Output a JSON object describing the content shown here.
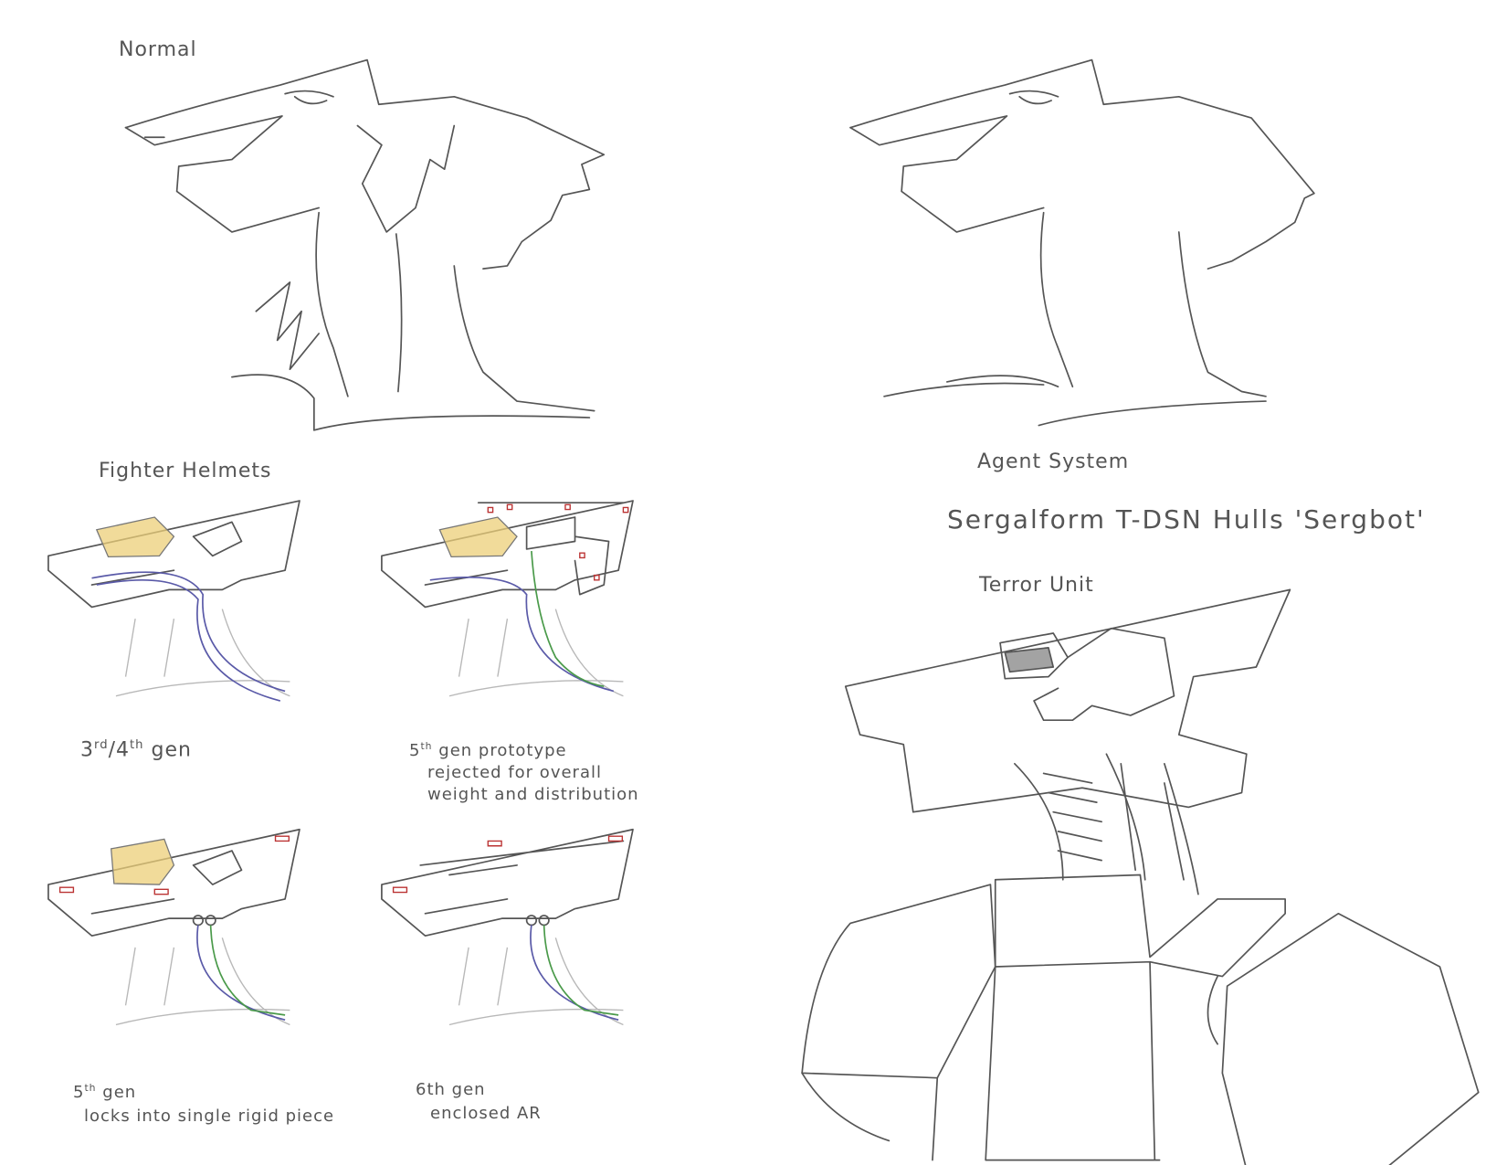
{
  "labels": {
    "normal": "Normal",
    "fighter_helmets": "Fighter Helmets",
    "agent_system": "Agent System",
    "hull_title": "Sergalform T-DSN Hulls 'Sergbot'",
    "terror_unit": "Terror Unit"
  },
  "helmets": [
    {
      "gen": "3",
      "gen_suffix": "rd",
      "gen2": "/4",
      "gen2_suffix": "th",
      "gen_word": "gen",
      "note": ""
    },
    {
      "gen": "5",
      "gen_suffix": "th",
      "gen_word": "gen prototype",
      "note": "rejected for overall",
      "note2": "weight and distribution"
    },
    {
      "gen": "5",
      "gen_suffix": "th",
      "gen_word": "gen",
      "note": "locks into single rigid piece"
    },
    {
      "gen": "6th gen",
      "note": "enclosed AR"
    }
  ],
  "colors": {
    "ink": "#555555",
    "visor": "#eccf78",
    "tube_blue": "#5a5aa8",
    "tube_green": "#4a9a4a",
    "light_red": "#b33333"
  }
}
